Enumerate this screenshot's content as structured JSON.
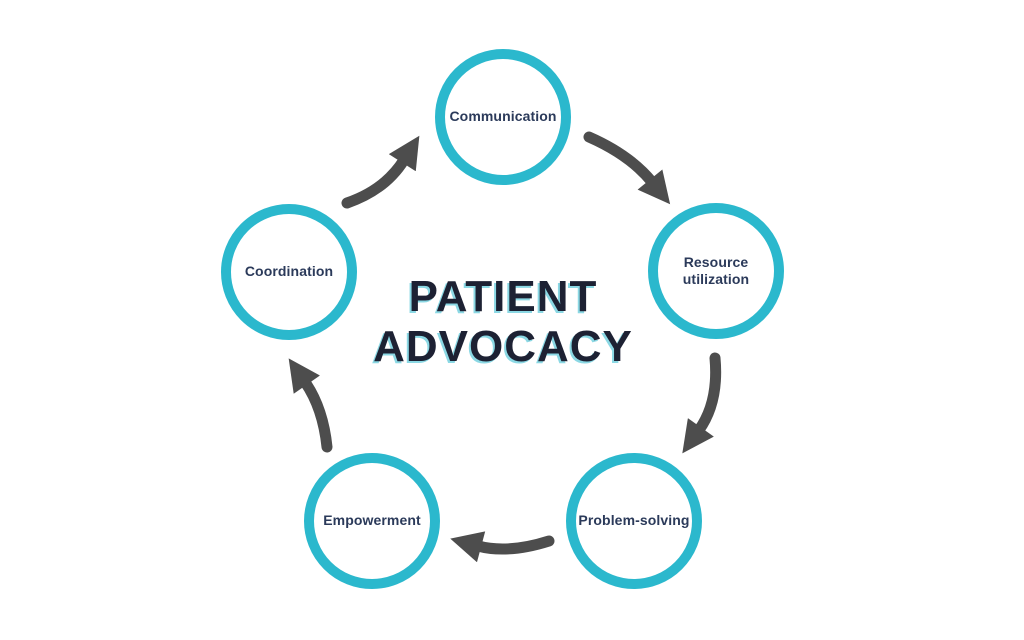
{
  "title": {
    "line1": "PATIENT",
    "line2": "ADVOCACY"
  },
  "nodes": [
    {
      "id": "communication",
      "label": "Communication"
    },
    {
      "id": "resource-utilization",
      "label": "Resource utilization"
    },
    {
      "id": "problem-solving",
      "label": "Problem-solving"
    },
    {
      "id": "empowerment",
      "label": "Empowerment"
    },
    {
      "id": "coordination",
      "label": "Coordination"
    }
  ],
  "arrows": [
    {
      "from": "coordination",
      "to": "communication"
    },
    {
      "from": "communication",
      "to": "resource-utilization"
    },
    {
      "from": "resource-utilization",
      "to": "problem-solving"
    },
    {
      "from": "problem-solving",
      "to": "empowerment"
    },
    {
      "from": "empowerment",
      "to": "coordination"
    }
  ],
  "colors": {
    "accent": "#2bb8cd",
    "arrow": "#4d4d4d",
    "label_text": "#2b3a5a",
    "title_text": "#1d2133",
    "title_shadow": "rgba(43,184,205,0.55)",
    "background": "#ffffff"
  }
}
